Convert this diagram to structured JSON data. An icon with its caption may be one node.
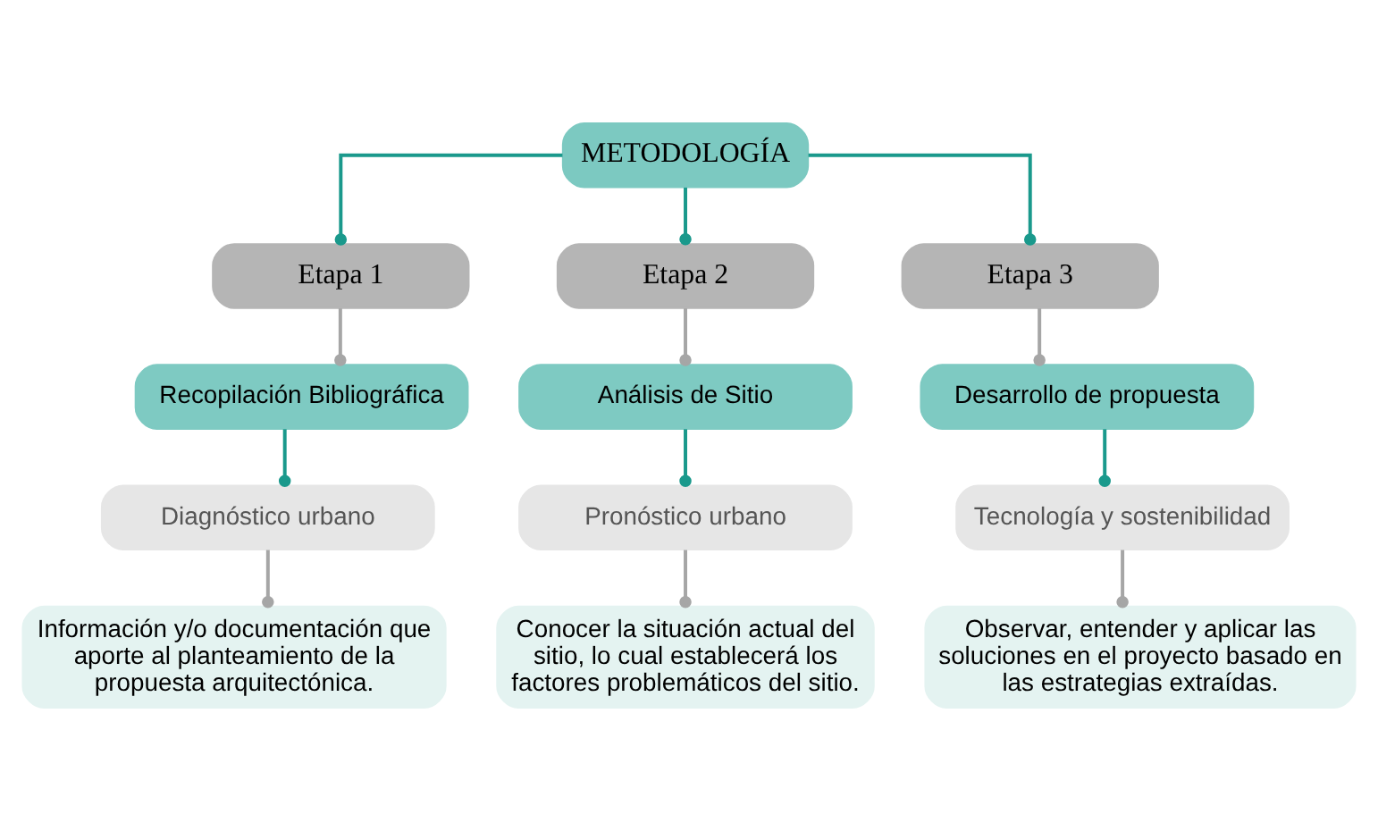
{
  "diagram": {
    "nodes": [
      {
        "text": [
          "METODOLOGÍA"
        ]
      },
      {
        "text": [
          "Etapa 1"
        ]
      },
      {
        "text": [
          "Etapa 2"
        ]
      },
      {
        "text": [
          "Etapa 3"
        ]
      },
      {
        "text": [
          "Recopilación Bibliográfica"
        ]
      },
      {
        "text": [
          "Análisis de Sitio"
        ]
      },
      {
        "text": [
          "Desarrollo de propuesta"
        ]
      },
      {
        "text": [
          "Diagnóstico urbano"
        ]
      },
      {
        "text": [
          "Pronóstico urbano"
        ]
      },
      {
        "text": [
          "Tecnología y sostenibilidad"
        ]
      },
      {
        "text": [
          "Información y/o documentación que aporte al planteamiento de la propuesta arquitectónica."
        ]
      },
      {
        "text": [
          "Conocer la situación actual del sitio, lo cual establecerá los factores problemáticos del sitio."
        ]
      },
      {
        "text": [
          "Observar, entender y aplicar las soluciones en el proyecto basado en las estrategias extraídas."
        ]
      }
    ],
    "edges": [
      {
        "from": 0,
        "to": 1,
        "arrow": "other",
        "color": "#1a998c"
      },
      {
        "from": 0,
        "to": 2,
        "arrow": "other",
        "color": "#1a998c"
      },
      {
        "from": 0,
        "to": 3,
        "arrow": "other",
        "color": "#1a998c"
      },
      {
        "from": 1,
        "to": 4,
        "arrow": "other",
        "color": "#a6a6a6"
      },
      {
        "from": 2,
        "to": 5,
        "arrow": "other",
        "color": "#a6a6a6"
      },
      {
        "from": 3,
        "to": 6,
        "arrow": "other",
        "color": "#a6a6a6"
      },
      {
        "from": 4,
        "to": 7,
        "arrow": "other",
        "color": "#1a998c"
      },
      {
        "from": 5,
        "to": 8,
        "arrow": "other",
        "color": "#1a998c"
      },
      {
        "from": 6,
        "to": 9,
        "arrow": "other",
        "color": "#1a998c"
      },
      {
        "from": 7,
        "to": 10,
        "arrow": "other",
        "color": "#a6a6a6"
      },
      {
        "from": 8,
        "to": 11,
        "arrow": "other",
        "color": "#a6a6a6"
      },
      {
        "from": 9,
        "to": 12,
        "arrow": "other",
        "color": "#a6a6a6"
      }
    ]
  }
}
